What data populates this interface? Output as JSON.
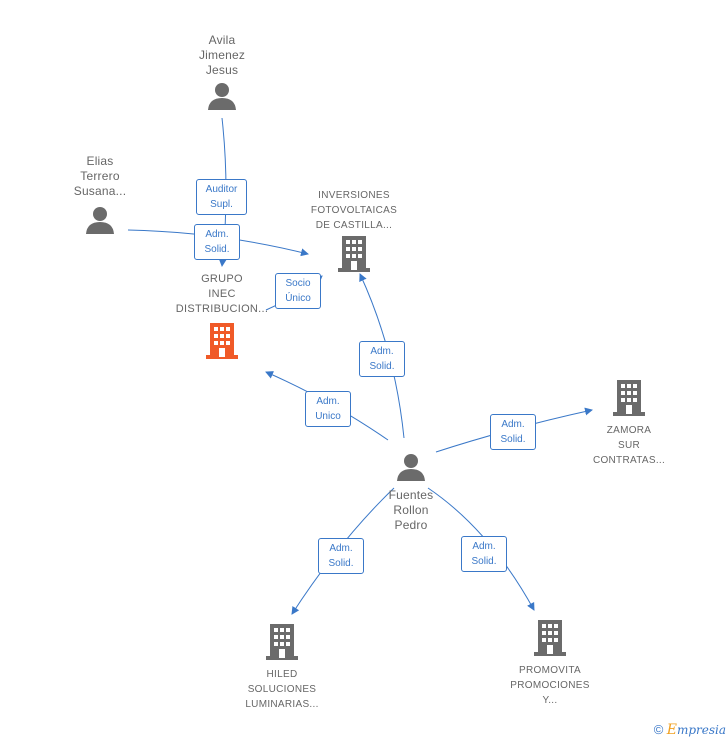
{
  "people": {
    "avila": [
      "Avila",
      "Jimenez",
      "Jesus"
    ],
    "elias": [
      "Elias",
      "Terrero",
      "Susana..."
    ],
    "fuentes": [
      "Fuentes",
      "Rollon",
      "Pedro"
    ]
  },
  "companies": {
    "grupo_inec": [
      "GRUPO",
      "INEC",
      "DISTRIBUCION..."
    ],
    "inversiones": [
      "INVERSIONES",
      "FOTOVOLTAICAS",
      "DE CASTILLA..."
    ],
    "zamora": [
      "ZAMORA",
      "SUR",
      "CONTRATAS..."
    ],
    "hiled": [
      "HILED",
      "SOLUCIONES",
      "LUMINARIAS..."
    ],
    "promovita": [
      "PROMOVITA",
      "PROMOCIONES",
      "Y..."
    ]
  },
  "relations": {
    "auditor_supl": [
      "Auditor",
      "Supl."
    ],
    "adm_solid_elias": [
      "Adm.",
      "Solid."
    ],
    "socio_unico": [
      "Socio",
      "Único"
    ],
    "adm_solid_inversiones": [
      "Adm.",
      "Solid."
    ],
    "adm_unico": [
      "Adm.",
      "Unico"
    ],
    "adm_solid_zamora": [
      "Adm.",
      "Solid."
    ],
    "adm_solid_hiled": [
      "Adm.",
      "Solid."
    ],
    "adm_solid_promovita": [
      "Adm.",
      "Solid."
    ]
  },
  "colors": {
    "edge": "#3a78c8",
    "node_gray": "#6b6b6b",
    "highlight": "#f05a28"
  },
  "footer": {
    "copyright": "©",
    "brand_e": "E",
    "brand_rest": "mpresia"
  }
}
